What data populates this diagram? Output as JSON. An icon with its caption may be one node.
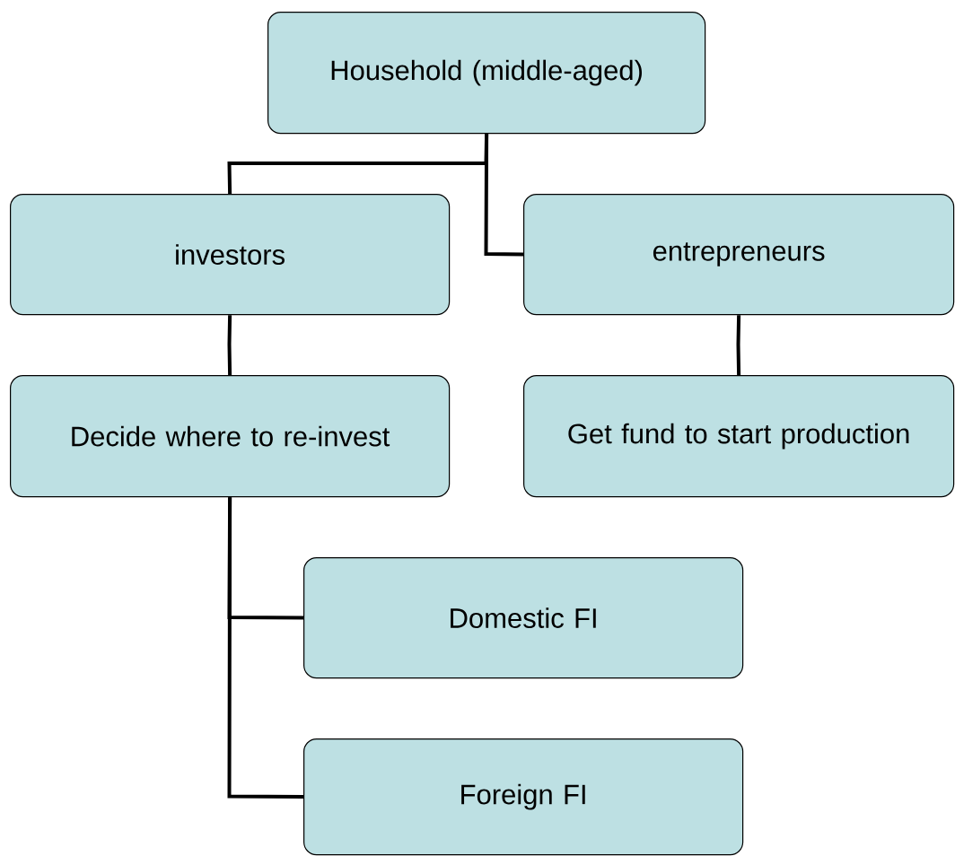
{
  "diagram": {
    "nodes": [
      {
        "text": [
          "Household (middle-aged)"
        ]
      },
      {
        "text": [
          "investors"
        ]
      },
      {
        "text": [
          "entrepreneurs"
        ]
      },
      {
        "text": [
          "Decide where to re-invest"
        ]
      },
      {
        "text": [
          "Get fund to start production"
        ]
      },
      {
        "text": [
          "Domestic FI"
        ]
      },
      {
        "text": [
          "Foreign FI"
        ]
      }
    ],
    "edges": [
      {
        "from": 0,
        "to": 1,
        "arrow": "none"
      },
      {
        "from": 0,
        "to": 2,
        "arrow": "none"
      },
      {
        "from": 1,
        "to": 3,
        "arrow": "none"
      },
      {
        "from": 2,
        "to": 4,
        "arrow": "none"
      },
      {
        "from": 3,
        "to": 5,
        "arrow": "none"
      },
      {
        "from": 3,
        "to": 6,
        "arrow": "none"
      }
    ]
  }
}
